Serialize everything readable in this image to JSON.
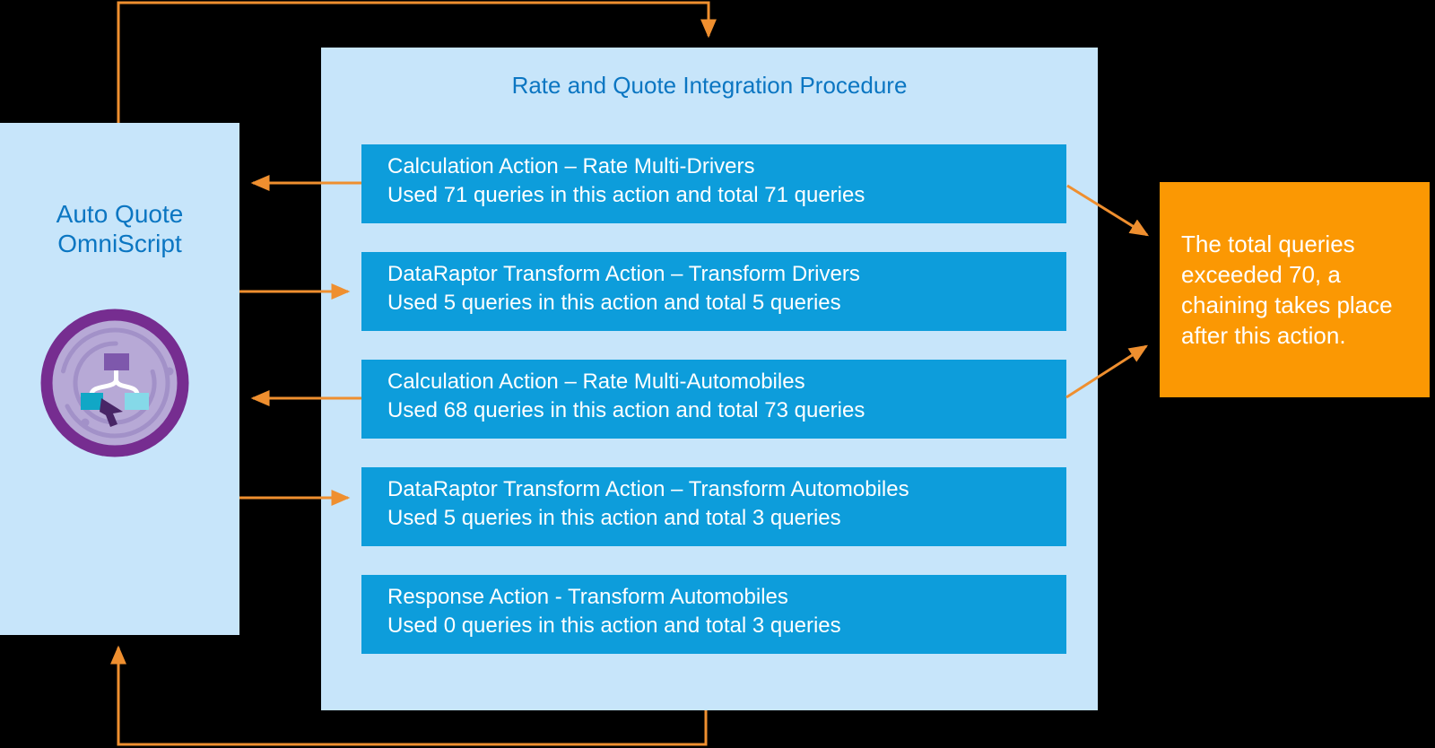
{
  "diagram": {
    "omniscript": {
      "label": "Auto Quote\nOmniScript",
      "icon": "omniscript-flow-icon"
    },
    "procedure": {
      "title": "Rate and Quote Integration Procedure",
      "actions": [
        {
          "name": "Calculation Action – Rate Multi-Drivers",
          "detail": "Used 71 queries in this action and total 71 queries"
        },
        {
          "name": "DataRaptor Transform Action – Transform Drivers",
          "detail": "Used 5 queries in this action and total 5 queries"
        },
        {
          "name": "Calculation Action – Rate Multi-Automobiles",
          "detail": "Used 68 queries in this action and total 73 queries"
        },
        {
          "name": "DataRaptor Transform Action – Transform Automobiles",
          "detail": "Used 5 queries in this action and total 3 queries"
        },
        {
          "name": "Response Action - Transform Automobiles",
          "detail": "Used 0 queries in this action and total 3 queries"
        }
      ]
    },
    "callout": {
      "text": "The total queries exceeded 70, a chaining takes place after this action."
    },
    "colors": {
      "panel_blue": "#C7E5FA",
      "action_blue": "#0D9DDB",
      "heading_blue": "#0B76C2",
      "callout_orange": "#FB9803",
      "arrow_orange": "#EF8F2F",
      "icon_ring_purple": "#762D90",
      "icon_disc_purple": "#B7A9D6",
      "background": "#000000"
    }
  }
}
